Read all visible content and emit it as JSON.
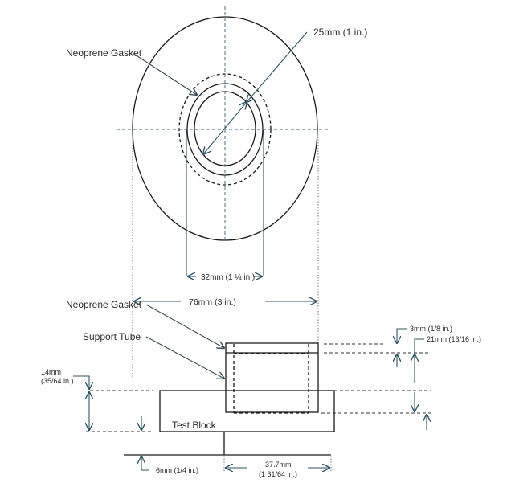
{
  "top_view": {
    "labels": {
      "gasket": "Neoprene Gasket",
      "inner_diameter": "25mm (1 in.)",
      "tube_diameter": "32mm (1 ¼ in.)",
      "outer_diameter": "76mm (3 in.)"
    }
  },
  "side_view": {
    "labels": {
      "gasket": "Neoprene Gasket",
      "support_tube": "Support Tube",
      "test_block": "Test Block",
      "gasket_thickness": "3mm (1/8 in.)",
      "tube_height": "21mm (13/16 in.)",
      "block_height_line1": "14mm",
      "block_height_line2": "(35/64 in.)",
      "base_offset": "6mm (1/4 in.)",
      "tube_offset_line1": "37.7mm",
      "tube_offset_line2": "(1 31/64 in.)"
    }
  },
  "colors": {
    "line": "#1a1a1a",
    "dimension": "#2f5566",
    "text": "#2b2b2b"
  }
}
